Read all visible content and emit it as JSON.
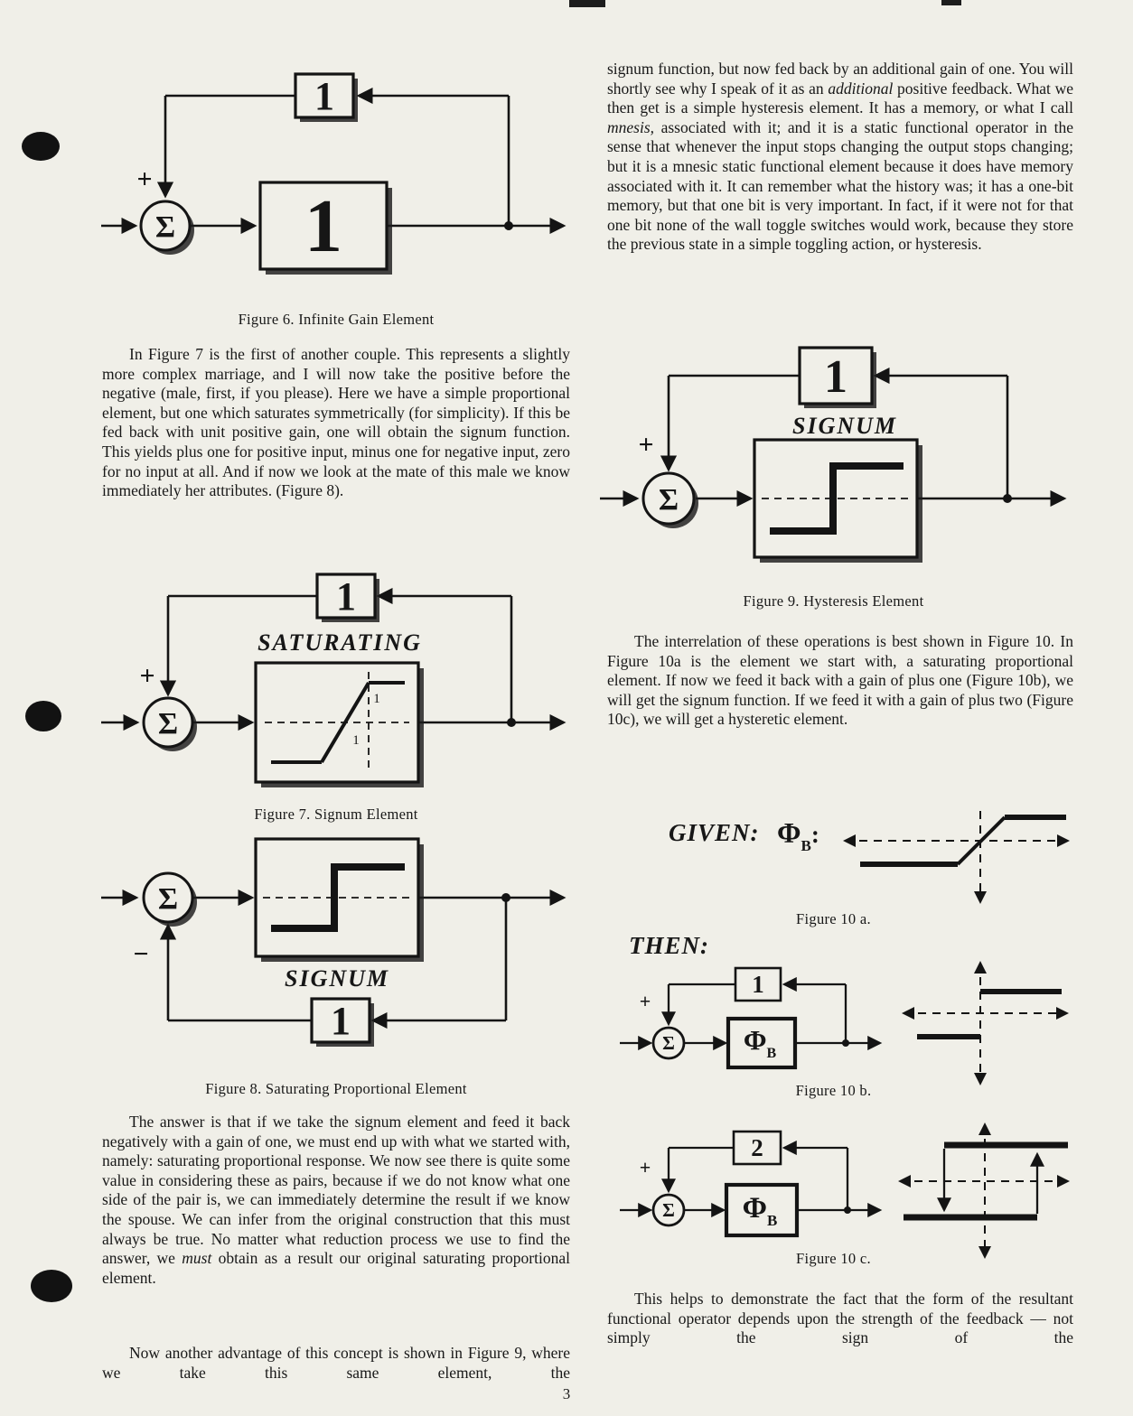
{
  "page_number": "3",
  "text": {
    "left": {
      "p1": "In Figure 7 is the first of another couple. This represents a slightly more complex marriage, and I will now take the positive before the negative (male, first, if you please). Here we have a simple proportional element, but one which saturates symmetrically (for simplicity). If this be fed back with unit positive gain, one will obtain the signum function. This yields plus one for positive input, minus one for negative input, zero for no input at all. And if now we look at the mate of this male we know immediately her attributes. (Figure 8).",
      "p2_parts": [
        "The answer is that if we take the signum element and feed it back negatively with a gain of one, we must end up with what we started with, namely: saturating proportional response. We now see there is quite some value in considering these as pairs, because if we do not know what one side of the pair is, we can immediately determine the result if we know the spouse. We can infer from the original construction that this must always be true. No matter what reduction process we use to find the answer, we ",
        "must",
        " obtain as a result our original saturating proportional element."
      ],
      "p3": "Now another advantage of this concept is shown in Figure 9, where we take this same element, the"
    },
    "right": {
      "p1_parts": [
        "signum function, but now fed back by an additional gain of one. You will shortly see why I speak of it as an ",
        "additional",
        " positive feedback. What we then get is a simple hysteresis element. It has a memory, or what I call ",
        "mnesis,",
        " associated with it; and it is a static functional operator in the sense that whenever the input stops changing the output stops changing; but it is a mnesic static functional element because it does have memory associated with it. It can remember what the history was; it has a one-bit memory, but that one bit is very important. In fact, if it were not for that one bit none of the wall toggle switches would work, because they store the previous state in a simple toggling action, or hysteresis."
      ],
      "p2": "The interrelation of these operations is best shown in Figure 10. In Figure 10a is the element we start with, a saturating proportional element. If now we feed it back with a gain of plus one (Figure 10b), we will get the signum function. If we feed it with a gain of plus two (Figure 10c), we will get a hysteretic element.",
      "p3": "This helps to demonstrate the fact that the form of the resultant functional operator depends upon the strength of the feedback — not simply the sign of the"
    }
  },
  "figures": {
    "fig6": {
      "caption": "Figure 6. Infinite Gain Element",
      "sum": "Σ",
      "plus": "+",
      "block_gain": "1",
      "feedback_gain": "1"
    },
    "fig7": {
      "caption": "Figure 7. Signum Element",
      "label": "SATURATING",
      "sum": "Σ",
      "plus": "+",
      "feedback_gain": "1",
      "knee_x": "1",
      "knee_y": "1"
    },
    "fig8": {
      "caption": "Figure 8. Saturating Proportional Element",
      "label": "SIGNUM",
      "sum": "Σ",
      "minus": "−",
      "feedback_gain": "1"
    },
    "fig9": {
      "caption": "Figure 9. Hysteresis Element",
      "label": "SIGNUM",
      "sum": "Σ",
      "plus": "+",
      "feedback_gain": "1"
    },
    "fig10a": {
      "caption": "Figure 10 a.",
      "given_label": "GIVEN:",
      "phi": "Φ",
      "phi_sub": "B",
      "colon": ":"
    },
    "then_label": "THEN:",
    "fig10b": {
      "caption": "Figure 10 b.",
      "sum": "Σ",
      "plus": "+",
      "feedback_gain": "1",
      "phi": "Φ",
      "phi_sub": "B"
    },
    "fig10c": {
      "caption": "Figure 10 c.",
      "sum": "Σ",
      "plus": "+",
      "feedback_gain": "2",
      "phi": "Φ",
      "phi_sub": "B"
    }
  }
}
